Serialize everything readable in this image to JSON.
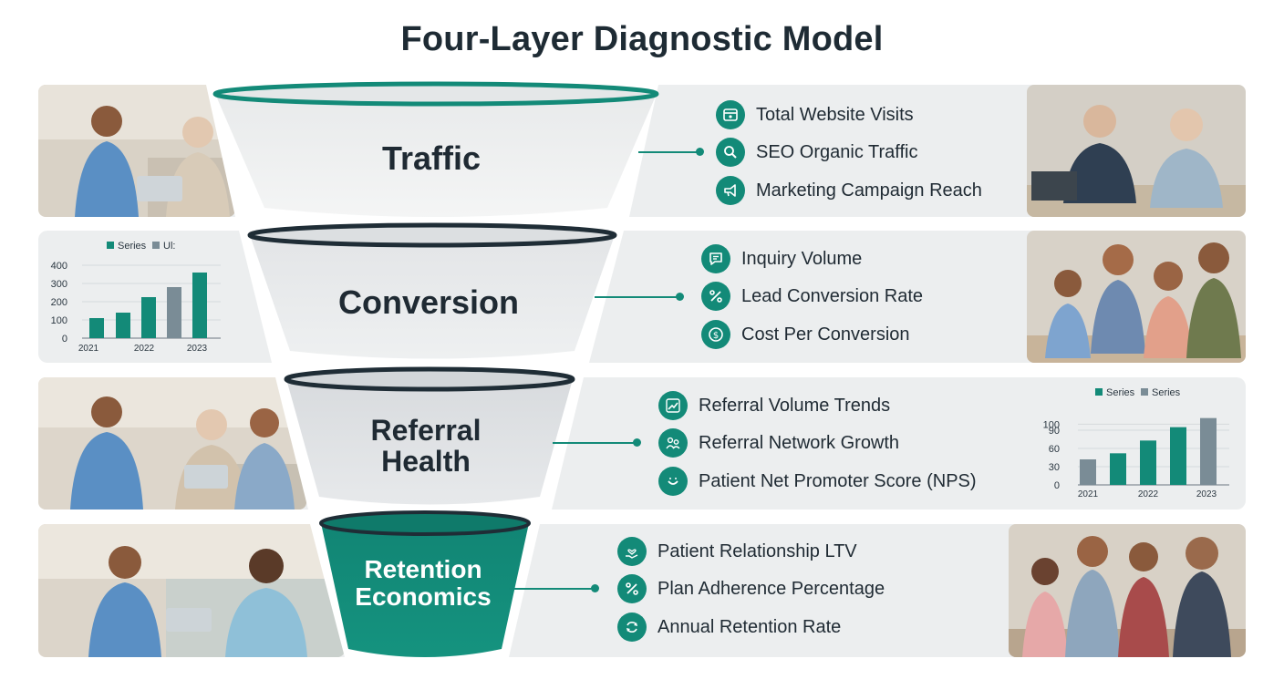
{
  "title": "Four-Layer Diagnostic Model",
  "colors": {
    "accent": "#138a78",
    "dark": "#1f2d36",
    "band": "#eceeef",
    "gray_bar": "#7a8c96"
  },
  "layers": [
    {
      "label": "Traffic",
      "metrics": [
        {
          "icon": "browser-icon",
          "text": "Total Website Visits"
        },
        {
          "icon": "search-icon",
          "text": "SEO Organic Traffic"
        },
        {
          "icon": "megaphone-icon",
          "text": "Marketing Campaign Reach"
        }
      ]
    },
    {
      "label": "Conversion",
      "metrics": [
        {
          "icon": "chat-bubble-icon",
          "text": "Inquiry Volume"
        },
        {
          "icon": "percent-icon",
          "text": "Lead Conversion Rate"
        },
        {
          "icon": "dollar-coin-icon",
          "text": "Cost Per Conversion"
        }
      ]
    },
    {
      "label_line1": "Referral",
      "label_line2": "Health",
      "metrics": [
        {
          "icon": "trend-up-icon",
          "text": "Referral Volume Trends"
        },
        {
          "icon": "people-network-icon",
          "text": "Referral Network Growth"
        },
        {
          "icon": "smile-icon",
          "text": "Patient Net Promoter Score (NPS)"
        }
      ]
    },
    {
      "label_line1": "Retention",
      "label_line2": "Economics",
      "metrics": [
        {
          "icon": "heart-hand-icon",
          "text": "Patient Relationship LTV"
        },
        {
          "icon": "percent-icon",
          "text": "Plan Adherence Percentage"
        },
        {
          "icon": "refresh-icon",
          "text": "Annual Retention Rate"
        }
      ]
    }
  ],
  "chart_data": [
    {
      "type": "bar",
      "legend": [
        "Series",
        "Ul:"
      ],
      "ticks_x": [
        "2021",
        "2022",
        "2023"
      ],
      "bars": [
        110,
        140,
        225,
        280,
        360
      ],
      "bar_colors": [
        "accent",
        "accent",
        "accent",
        "gray",
        "accent"
      ],
      "yticks": [
        "0",
        "100",
        "200",
        "300",
        "400"
      ],
      "ylim": [
        0,
        400
      ]
    },
    {
      "type": "bar",
      "legend": [
        "Series",
        "Series"
      ],
      "ticks_x": [
        "2021",
        "2022",
        "2023"
      ],
      "bars": [
        42,
        52,
        73,
        95,
        110
      ],
      "bar_colors": [
        "gray",
        "accent",
        "accent",
        "accent",
        "gray"
      ],
      "yticks": [
        "0",
        "30",
        "60",
        "90",
        "100"
      ],
      "ylim": [
        0,
        120
      ]
    }
  ]
}
